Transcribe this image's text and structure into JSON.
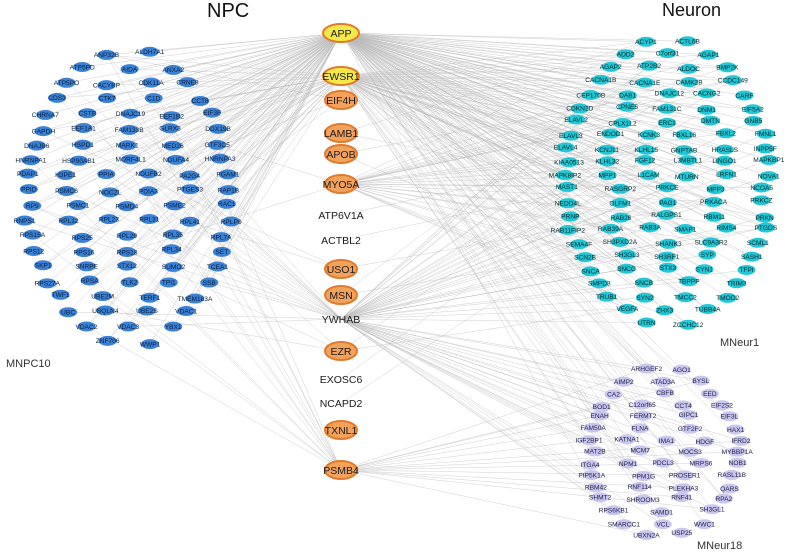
{
  "titles": {
    "npc": "NPC",
    "neuron": "Neuron"
  },
  "cluster_labels": {
    "mnpc10": "MNPC10",
    "mneur1": "MNeur1",
    "mneur18": "MNeur18"
  },
  "colors": {
    "npc_node": "#3b82d6",
    "neur1_node": "#22c8d6",
    "neur18_node": "#c9c7ef",
    "center_fill_yellow": "#f5e94a",
    "center_fill_orange": "#f3a25c",
    "center_ring": "#e07a2c",
    "edge": "#b9b9b9"
  },
  "center_nodes": [
    {
      "label": "APP",
      "style": "yellow"
    },
    {
      "label": "EWSR1",
      "style": "yellow"
    },
    {
      "label": "EIF4H",
      "style": "orange"
    },
    {
      "label": "LAMB1",
      "style": "orange"
    },
    {
      "label": "APOB",
      "style": "orange"
    },
    {
      "label": "MYO5A",
      "style": "orange"
    },
    {
      "label": "ATP6V1A",
      "style": "plain"
    },
    {
      "label": "ACTBL2",
      "style": "plain"
    },
    {
      "label": "USO1",
      "style": "orange"
    },
    {
      "label": "MSN",
      "style": "orange"
    },
    {
      "label": "YWHAB",
      "style": "plain"
    },
    {
      "label": "EZR",
      "style": "orange"
    },
    {
      "label": "EXOSC6",
      "style": "plain"
    },
    {
      "label": "NCAPD2",
      "style": "plain"
    },
    {
      "label": "TXNL1",
      "style": "orange"
    },
    {
      "label": "PSMB4",
      "style": "orange"
    }
  ],
  "mnpc10_nodes": [
    "ANP32B",
    "ALDH7A1",
    "ATP5PD",
    "AIDA",
    "ANXA2",
    "ATP5PO",
    "CACYBP",
    "CDK11A",
    "CRNE8",
    "CDS3",
    "CTK7",
    "C1D",
    "CCT8",
    "CHRNA7",
    "CSTB",
    "DNAJC19",
    "EEF1B2",
    "EIF3F",
    "GAPDH",
    "EEF1A1",
    "FAM133B",
    "GLRX3",
    "DDX19B",
    "DNAJB6",
    "HSPD1",
    "MARK1",
    "MED26",
    "GTF3C5",
    "HNRNPA1",
    "HSP90AB1",
    "MORF4L1",
    "NDUFA4",
    "HNRNPA3",
    "PDAP1",
    "H3PE1",
    "PPIA",
    "NDUFB2",
    "PA2G4",
    "PGAM1",
    "PPID",
    "PSMC6",
    "NOC2L",
    "PDIA3",
    "PTGES3",
    "RAP1B",
    "RP9",
    "PSMC1",
    "PSMD4",
    "PSME2",
    "RAC1",
    "RNPS1",
    "RPL12",
    "RPL23",
    "RPL31",
    "RPL41",
    "RPLP0",
    "RPS15A",
    "RPS25",
    "RPL29",
    "RPL35",
    "RPL7A",
    "RPS12",
    "RPS16",
    "RPS18",
    "RPL34",
    "SET",
    "SKP1",
    "SNRPE",
    "STX12",
    "SUMO2",
    "TCEA1",
    "RPS27A",
    "RPSA",
    "TLK2",
    "TPI1",
    "SSB",
    "TWF1",
    "UBE2M",
    "TERF1",
    "TMEM183A",
    "UBC",
    "UBQLN4",
    "UBE2S",
    "VDAC1",
    "VDAC2",
    "VDAC3",
    "YBX1",
    "ZNF706",
    "WWP1"
  ],
  "mneur1_nodes": [
    "ACYP1",
    "ACTL6B",
    "ADD2",
    "C7orf31",
    "AGAP1",
    "AGAP2",
    "ATP2B2",
    "ALDOC",
    "BMP2K",
    "CACNA1B",
    "CACNA1E",
    "CAMK2B",
    "CCDC149",
    "CEP170B",
    "DAB1",
    "DNAJC12",
    "CACNG2",
    "CARF",
    "CDKN2D",
    "CPNE5",
    "FAM131C",
    "DNM1",
    "EIF5A2",
    "ELAVL2",
    "CPLX1L2",
    "ERC1",
    "DMTN",
    "GNB5",
    "ELAVL3",
    "ENDOD1",
    "KCNK3",
    "FBXL16",
    "FBXL2",
    "FMNL1",
    "ELAVL4",
    "KCNJ11",
    "KLHL15",
    "GNPTAB",
    "HRASLS",
    "INPP5F",
    "KIAA0513",
    "KLHL32",
    "FGF12",
    "L3MBTL1",
    "LINGO1",
    "MAPKBP1",
    "MAPK8IP2",
    "MPP1",
    "L1CAM",
    "MTURN",
    "LRFN1",
    "NOVA1",
    "MAST1",
    "RASGRP2",
    "PRKCE",
    "MPP3",
    "NCOA5",
    "NEDD4L",
    "OLFM1",
    "PAG1",
    "PRKACA",
    "PRKCZ",
    "PRNP",
    "RAB26",
    "RALGPS1",
    "RBM11",
    "PRKN",
    "RAB11FIP2",
    "RAB39A",
    "RAB3A",
    "SMAP1",
    "RIMS4",
    "PTGDS",
    "SEMA4F",
    "SH3PXD2A",
    "SHANK3",
    "SLC9A3R2",
    "SCML1",
    "SCN2B",
    "SH3GL3",
    "SH3RF1",
    "SYP",
    "SASH1",
    "SNCA",
    "SNCG",
    "STX3",
    "SYN1",
    "TFPI",
    "SMPD3",
    "SNCB",
    "TBPPP",
    "TRIM3",
    "TRUB1",
    "SYN2",
    "TMCC2",
    "TMOD2",
    "VEGFA",
    "ZHX3",
    "TUBB4A",
    "UTRN",
    "ZCCHC12"
  ],
  "mneur18_nodes": [
    "ARHGEF2",
    "AGO1",
    "AIMP2",
    "ATAD3A",
    "BYSL",
    "CA2",
    "CBFB",
    "EED",
    "BOD1",
    "C12orf65",
    "CCT4",
    "EIF2S2",
    "ENAH",
    "FERMT2",
    "GIPC1",
    "EIF3L",
    "FAM50A",
    "FLNA",
    "GTF2F2",
    "HAX1",
    "IGF2BP1",
    "KATNA1",
    "IMA1",
    "HDGF",
    "IFRD2",
    "MAT2B",
    "MCM7",
    "MOCS3",
    "MYBBP1A",
    "ITGA4",
    "NPM1",
    "PDCL3",
    "MRPS6",
    "NOB1",
    "PIP5K1A",
    "PPM1G",
    "PROSER1",
    "RASL11B",
    "RBM42",
    "RNF114",
    "PLEKHA3",
    "QARS",
    "SHMT2",
    "SHROOM3",
    "RNF41",
    "RPA2",
    "RPS6KB1",
    "SAMD1",
    "SH3GL1",
    "SMARCC1",
    "VCL",
    "WWC1",
    "UBXN2A",
    "USP25"
  ]
}
